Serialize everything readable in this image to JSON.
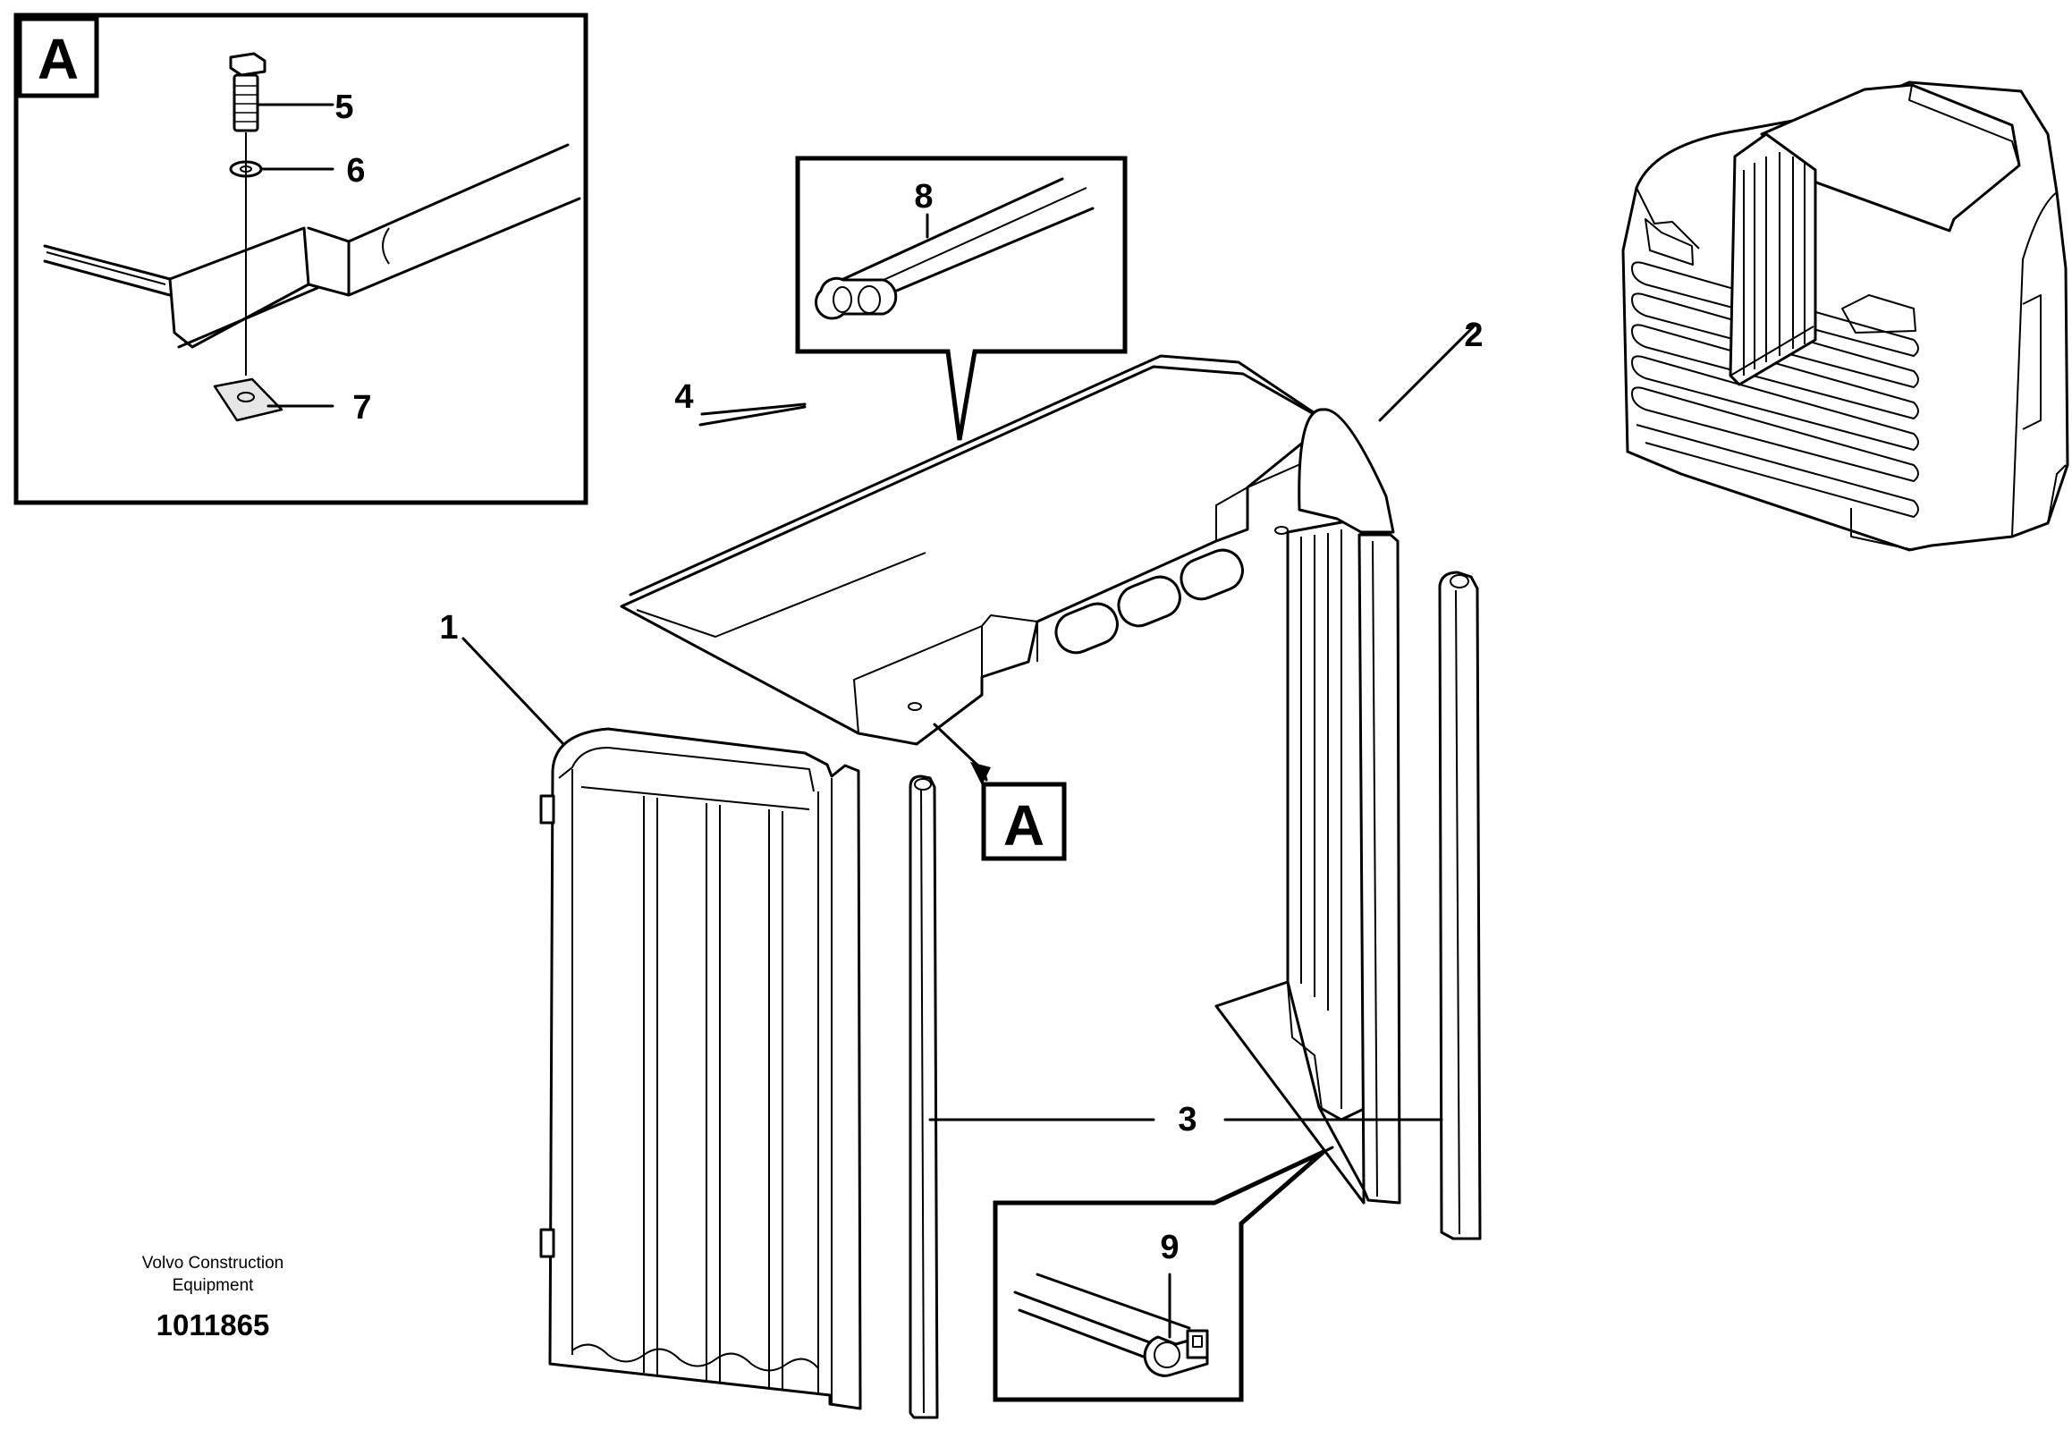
{
  "detail": {
    "letter": "A"
  },
  "callouts": [
    "1",
    "2",
    "3",
    "4",
    "5",
    "6",
    "7",
    "8",
    "9"
  ],
  "footer": {
    "brand_line1": "Volvo Construction",
    "brand_line2": "Equipment",
    "doc_number": "1011865"
  }
}
